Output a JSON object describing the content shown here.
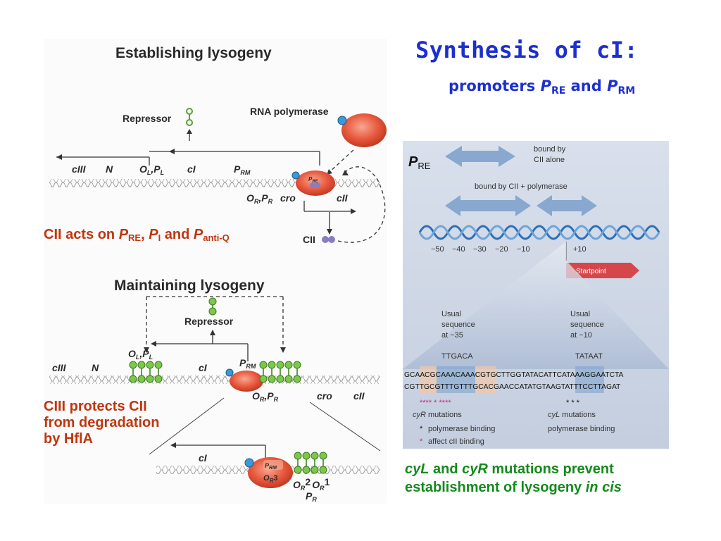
{
  "slide": {
    "title": "Synthesis of cI:",
    "subtitle_pre": "promoters ",
    "subtitle_p1": "P",
    "subtitle_s1": "RE",
    "subtitle_mid": " and ",
    "subtitle_p2": "P",
    "subtitle_s2": "RM"
  },
  "left_figure": {
    "establishing": {
      "heading": "Establishing lysogeny",
      "repressor": "Repressor",
      "rna_polymerase": "RNA polymerase",
      "cIII": "cIII",
      "N": "N",
      "OL": "O",
      "OL_sub": "L",
      "PL": "P",
      "PL_sub": "L",
      "cI": "cI",
      "PRM": "P",
      "PRM_sub": "RM",
      "PRE_p": "P",
      "PRE_sub": "RE",
      "OR": "O",
      "OR_sub": "R",
      "PR": "P",
      "PR_sub": "R",
      "cro": "cro",
      "cII": "cII",
      "CII_protein": "CII"
    },
    "maintaining": {
      "heading": "Maintaining lysogeny",
      "repressor": "Repressor",
      "cIII": "cIII",
      "N": "N",
      "OL": "O",
      "OL_sub": "L",
      "PL": "P",
      "PL_sub": "L",
      "cI": "cI",
      "PRM": "P",
      "PRM_sub": "RM",
      "OR": "O",
      "OR_sub": "R",
      "PR": "P",
      "PR_sub": "R",
      "cro": "cro",
      "cII": "cII",
      "zoom_cI": "cI",
      "zoom_PRM": "P",
      "zoom_PRM_sub": "RM",
      "zoom_OR3": "O",
      "zoom_OR3_sub": "R",
      "zoom_OR3_num": "3",
      "zoom_OR2": "O",
      "zoom_OR2_sub": "R",
      "zoom_OR2_num": "2",
      "zoom_OR1": "O",
      "zoom_OR1_sub": "R",
      "zoom_OR1_num": "1",
      "zoom_PR": "P",
      "zoom_PR_sub": "R"
    }
  },
  "annotations": {
    "cii_acts_pre": "CII acts on ",
    "cii_p1": "P",
    "cii_s1": "RE",
    "cii_sep1": ", ",
    "cii_p2": "P",
    "cii_s2": "I",
    "cii_sep2": " and ",
    "cii_p3": "P",
    "cii_s3": "anti-Q",
    "ciii_line1": "CIII protects CII",
    "ciii_line2": "from degradation",
    "ciii_line3": "by HflA",
    "bottom_cyL": "cyL",
    "bottom_and": " and ",
    "bottom_cyR": "cyR",
    "bottom_rest": " mutations prevent",
    "bottom_line2": "establishment of lysogeny ",
    "bottom_incis": "in cis"
  },
  "right_figure": {
    "pre_label": "P",
    "pre_label_sub": "RE",
    "bound_cii_alone_1": "bound by",
    "bound_cii_alone_2": "CII alone",
    "bound_cii_poly": "bound by CII + polymerase",
    "scale": [
      "−50",
      "−40",
      "−30",
      "−20",
      "−10",
      "+10"
    ],
    "startpoint": "Startpoint",
    "usual1_l1": "Usual",
    "usual1_l2": "sequence",
    "usual1_l3": "at −35",
    "usual2_l1": "Usual",
    "usual2_l2": "sequence",
    "usual2_l3": "at −10",
    "cons35": "TTGACA",
    "cons10": "TATAAT",
    "seq_top": "GCAACGCAAACAAACGTGCTTGGTATACATTCATAAAGGAATCTA",
    "seq_bottom": "CGTTGCGTTTGTTTGCACGAACCATATGTAAGTATTTCCTTAGAT",
    "stars_left": "****  *      ****",
    "stars_right": "*    *    *",
    "cyR_label": "cyR",
    "cyR_suffix": " mutations",
    "cyL_label": "cyL",
    "cyL_suffix": " mutations",
    "legend1_mark": "*",
    "legend1": "polymerase binding",
    "legend2_mark": "*",
    "legend2": "affect cII binding",
    "right_polymerase": "polymerase binding"
  },
  "colors": {
    "title_blue": "#1c2fd0",
    "annotation_red": "#c0350f",
    "annotation_green": "#148a1c",
    "polymerase_red": "#e8593e",
    "repressor_green": "#7cc84a",
    "cii_purple": "#8a7cc0",
    "panel_blue": "#cdd6e6"
  }
}
